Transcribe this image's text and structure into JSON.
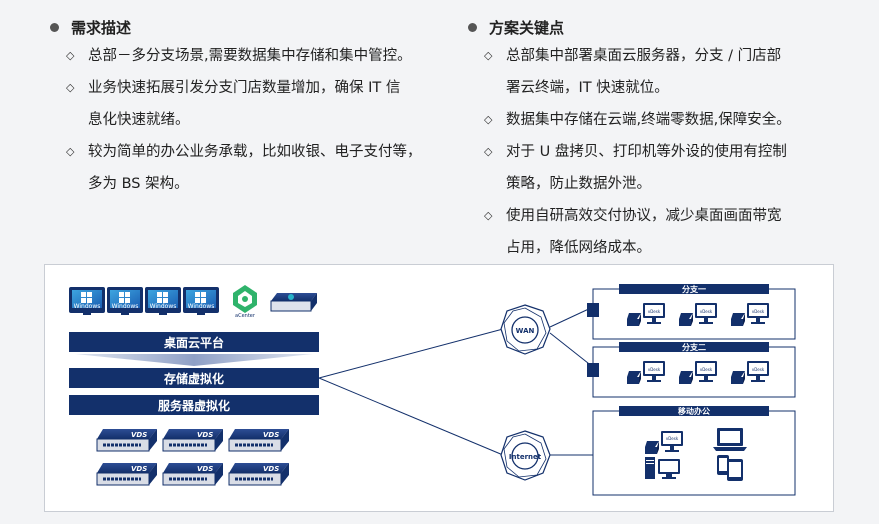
{
  "left": {
    "heading": "需求描述",
    "items": [
      {
        "lines": [
          "总部－多分支场景,需要数据集中存储和集中管控。"
        ]
      },
      {
        "lines": [
          "业务快速拓展引发分支门店数量增加，确保 IT 信",
          "息化快速就绪。"
        ]
      },
      {
        "lines": [
          "较为简单的办公业务承载，比如收银、电子支付等，",
          "多为 BS 架构。"
        ]
      }
    ]
  },
  "right": {
    "heading": "方案关键点",
    "items": [
      {
        "lines": [
          "总部集中部署桌面云服务器，分支 / 门店部",
          "署云终端，IT 快速就位。"
        ]
      },
      {
        "lines": [
          "数据集中存储在云端,终端零数据,保障安全。"
        ]
      },
      {
        "lines": [
          "对于 U 盘拷贝、打印机等外设的使用有控制",
          "策略，防止数据外泄。"
        ]
      },
      {
        "lines": [
          "使用自研高效交付协议，减少桌面画面带宽",
          "占用，降低网络成本。"
        ]
      }
    ]
  },
  "diagram": {
    "windows_label": "Windows",
    "acenter_label": "aCenter",
    "platform_label": "桌面云平台",
    "storage_label": "存储虚拟化",
    "server_label": "服务器虚拟化",
    "vds_label": "VDS",
    "wan_label": "WAN",
    "internet_label": "Internet",
    "branch1_label": "分支一",
    "branch2_label": "分支二",
    "mobile_label": "移动办公",
    "vdesk_label": "vDesk",
    "colors": {
      "navy": "#13306b",
      "cyan": "#27b2c9",
      "green": "#2fb36b"
    }
  }
}
